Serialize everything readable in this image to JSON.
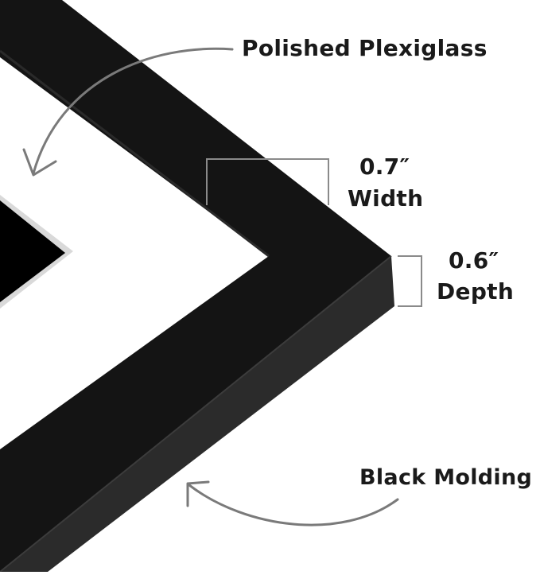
{
  "labels": {
    "plexiglass": "Polished Plexiglass",
    "width_value": "0.7″",
    "width_name": "Width",
    "depth_value": "0.6″",
    "depth_name": "Depth",
    "molding": "Black Molding"
  },
  "colors": {
    "frame_face": "#141414",
    "frame_side": "#2e2e2e",
    "bracket": "#8a8a8a",
    "arrow": "#7a7a7a",
    "mat": "#ffffff",
    "artwork": "#000000"
  }
}
